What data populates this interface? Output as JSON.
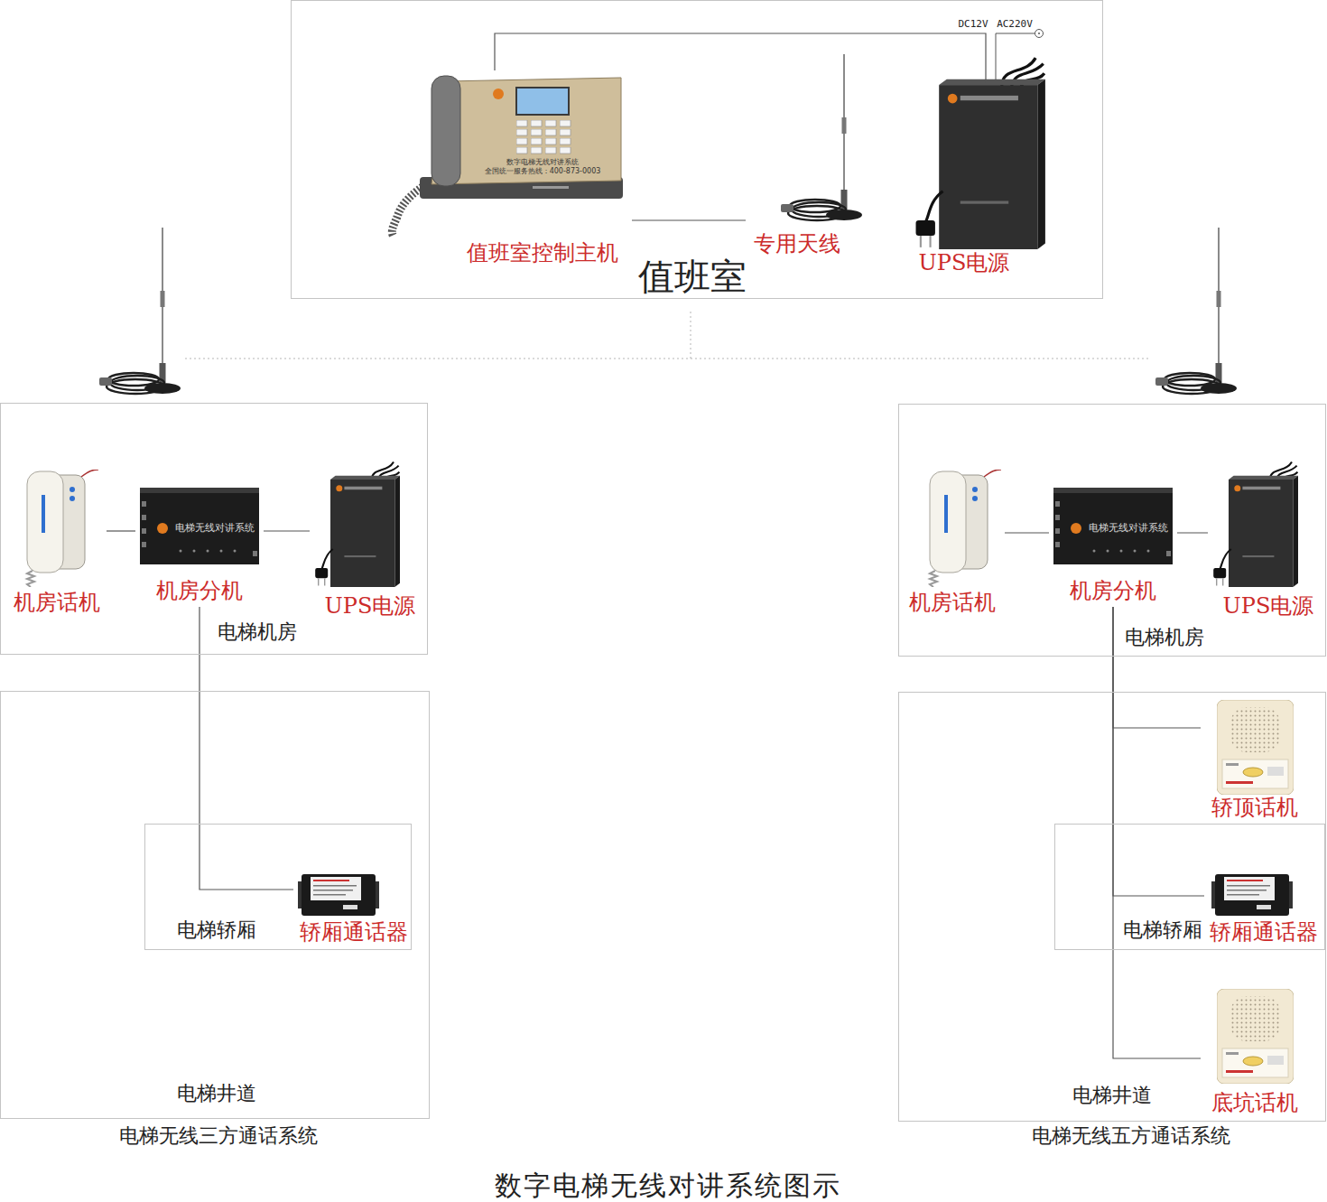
{
  "diagram": {
    "title": "数字电梯无线对讲系统图示",
    "nodes": [
      {
        "text": [
          "值班室"
        ]
      },
      {
        "text": [
          "值班室控制主机"
        ],
        "in": 0
      },
      {
        "text": [
          "专用天线"
        ],
        "in": 0
      },
      {
        "text": [
          "UPS电源"
        ],
        "in": 0
      },
      {
        "text": [
          "电梯机房"
        ]
      },
      {
        "text": [
          "机房话机"
        ],
        "in": 4
      },
      {
        "text": [
          "机房分机"
        ],
        "in": 4
      },
      {
        "text": [
          "UPS电源"
        ],
        "in": 4
      },
      {
        "text": [
          "电梯井道"
        ]
      },
      {
        "text": [
          "电梯轿厢"
        ],
        "in": 8
      },
      {
        "text": [
          "轿厢通话器"
        ],
        "in": 9
      },
      {
        "text": [
          "电梯机房"
        ]
      },
      {
        "text": [
          "机房话机"
        ],
        "in": 11
      },
      {
        "text": [
          "机房分机"
        ],
        "in": 11
      },
      {
        "text": [
          "UPS电源"
        ],
        "in": 11
      },
      {
        "text": [
          "电梯井道"
        ]
      },
      {
        "text": [
          "轿顶话机"
        ],
        "in": 15
      },
      {
        "text": [
          "电梯轿厢"
        ],
        "in": 15
      },
      {
        "text": [
          "轿厢通话器"
        ],
        "in": 17
      },
      {
        "text": [
          "底坑话机"
        ],
        "in": 15
      }
    ],
    "edges": [
      {
        "from": 1,
        "to": 2,
        "arrow": "none"
      },
      {
        "from": 1,
        "to": 3,
        "arrow": "none"
      },
      {
        "from": 5,
        "to": 6,
        "arrow": "none"
      },
      {
        "from": 6,
        "to": 7,
        "arrow": "none"
      },
      {
        "from": 6,
        "to": 10,
        "arrow": "none"
      },
      {
        "from": 12,
        "to": 13,
        "arrow": "none"
      },
      {
        "from": 13,
        "to": 14,
        "arrow": "none"
      },
      {
        "from": 13,
        "to": 16,
        "arrow": "none"
      },
      {
        "from": 13,
        "to": 18,
        "arrow": "none"
      },
      {
        "from": 13,
        "to": 19,
        "arrow": "none"
      }
    ],
    "labels": [
      "DC12V",
      "AC220V",
      "数字电梯无线对讲系统",
      "全国统一服务热线：400-873-0003",
      "电梯无线对讲系统",
      "电梯无线对讲系统",
      "电梯无线三方通话系统",
      "电梯无线五方通话系统"
    ]
  }
}
